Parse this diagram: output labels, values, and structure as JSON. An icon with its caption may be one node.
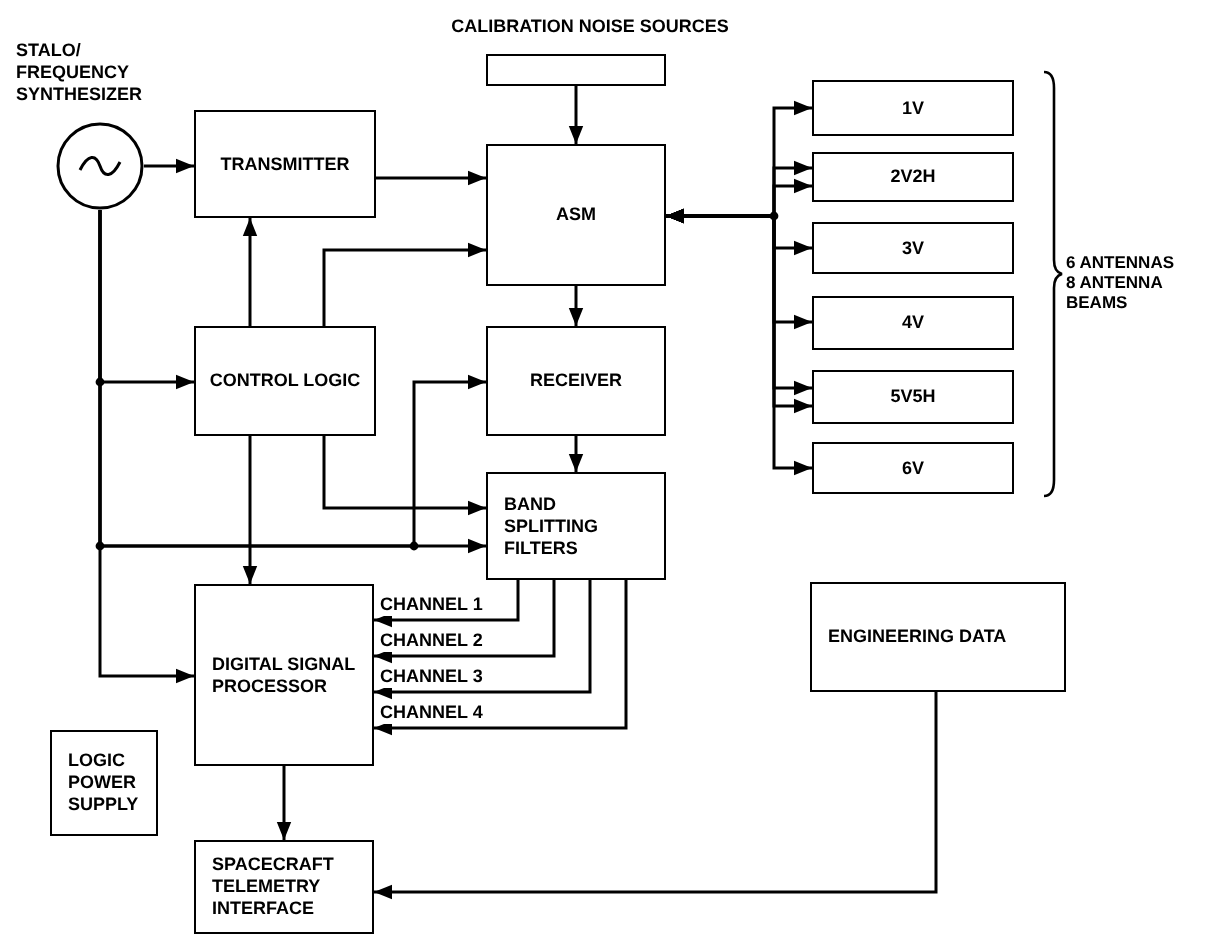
{
  "diagram": {
    "nodes": [
      {
        "text": [
          "STALO/ FREQUENCY SYNTHESIZER"
        ]
      },
      {
        "text": [
          "TRANSMITTER"
        ]
      },
      {
        "text": [
          "CALIBRATION NOISE SOURCES"
        ]
      },
      {
        "text": [
          "ASM"
        ]
      },
      {
        "text": [
          "CONTROL LOGIC"
        ]
      },
      {
        "text": [
          "RECEIVER"
        ]
      },
      {
        "text": [
          "BAND SPLITTING FILTERS"
        ]
      },
      {
        "text": [
          "DIGITAL SIGNAL PROCESSOR"
        ]
      },
      {
        "text": [
          "LOGIC POWER SUPPLY"
        ]
      },
      {
        "text": [
          "SPACECRAFT TELEMETRY INTERFACE"
        ]
      },
      {
        "text": [
          "ENGINEERING DATA"
        ]
      },
      {
        "text": [
          "1V"
        ]
      },
      {
        "text": [
          "2V2H"
        ]
      },
      {
        "text": [
          "3V"
        ]
      },
      {
        "text": [
          "4V"
        ]
      },
      {
        "text": [
          "5V5H"
        ]
      },
      {
        "text": [
          "6V"
        ]
      }
    ],
    "edges": [
      {
        "from": 0,
        "to": 1,
        "arrow": "to"
      },
      {
        "from": 1,
        "to": 3,
        "arrow": "to"
      },
      {
        "from": 2,
        "to": 3,
        "arrow": "to"
      },
      {
        "from": 4,
        "to": 1,
        "arrow": "to"
      },
      {
        "from": 4,
        "to": 3,
        "arrow": "to"
      },
      {
        "from": 3,
        "to": 11,
        "arrow": "both"
      },
      {
        "from": 3,
        "to": 12,
        "arrow": "both"
      },
      {
        "from": 3,
        "to": 12,
        "arrow": "both"
      },
      {
        "from": 3,
        "to": 13,
        "arrow": "both"
      },
      {
        "from": 3,
        "to": 14,
        "arrow": "both"
      },
      {
        "from": 3,
        "to": 15,
        "arrow": "both"
      },
      {
        "from": 3,
        "to": 15,
        "arrow": "both"
      },
      {
        "from": 3,
        "to": 16,
        "arrow": "both"
      },
      {
        "from": 0,
        "to": 4,
        "arrow": "to"
      },
      {
        "from": 0,
        "to": 6,
        "arrow": "to"
      },
      {
        "from": 0,
        "to": 5,
        "arrow": "to"
      },
      {
        "from": 0,
        "to": 7,
        "arrow": "to"
      },
      {
        "from": 3,
        "to": 5,
        "arrow": "to"
      },
      {
        "from": 4,
        "to": 7,
        "arrow": "to"
      },
      {
        "from": 4,
        "to": 6,
        "arrow": "to"
      },
      {
        "from": 5,
        "to": 6,
        "arrow": "to"
      },
      {
        "from": 6,
        "to": 7,
        "arrow": "to",
        "label": "CHANNEL 1"
      },
      {
        "from": 6,
        "to": 7,
        "arrow": "to",
        "label": "CHANNEL 2"
      },
      {
        "from": 6,
        "to": 7,
        "arrow": "to",
        "label": "CHANNEL 3"
      },
      {
        "from": 6,
        "to": 7,
        "arrow": "to",
        "label": "CHANNEL 4"
      },
      {
        "from": 7,
        "to": 9,
        "arrow": "to"
      },
      {
        "from": 10,
        "to": 9,
        "arrow": "to"
      }
    ],
    "labels": [
      "6 ANTENNAS",
      "8 ANTENNA BEAMS"
    ]
  }
}
